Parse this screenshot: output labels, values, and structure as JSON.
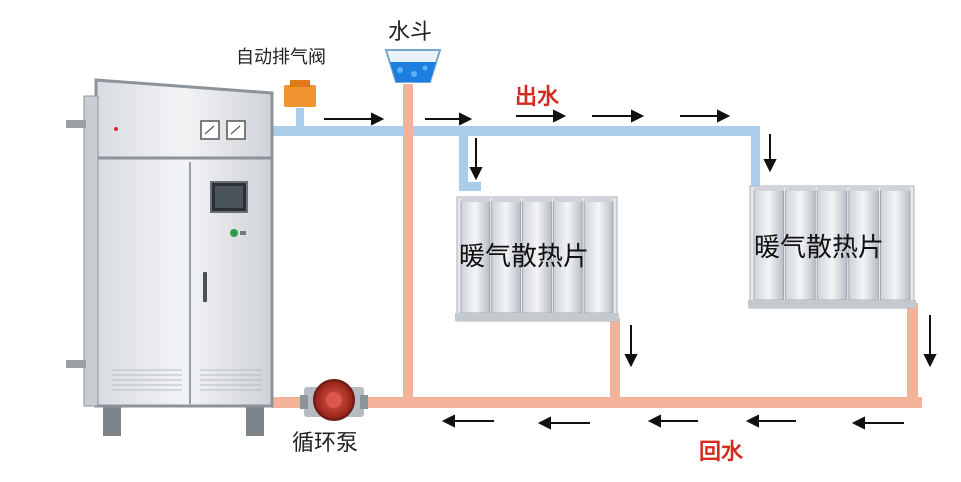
{
  "labels": {
    "water_funnel": "水斗",
    "auto_vent_valve": "自动排气阀",
    "supply_water": "出水",
    "radiator_left": "暖气散热片",
    "radiator_right": "暖气散热片",
    "circulation_pump": "循环泵",
    "return_water": "回水"
  },
  "colors": {
    "supply_pipe": "#a9cdea",
    "return_pipe": "#f3b39a",
    "label_red": "#d42b1f",
    "label_dark": "#222222",
    "arrow": "#111111",
    "cabinet_body": "#e9ebee",
    "cabinet_frame": "#8c9399",
    "valve_orange": "#f0922e",
    "water_blue": "#1c7fe0",
    "pump_red": "#c0392b"
  }
}
